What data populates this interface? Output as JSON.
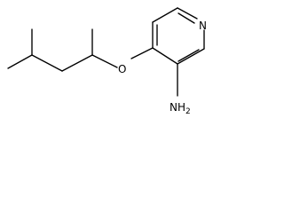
{
  "molecule": {
    "atom_labels": {
      "nitrogen": "N",
      "oxygen": "O",
      "amine": "NH2"
    }
  },
  "colors": {
    "bond": "#000000",
    "label": "#000000",
    "background": "#ffffff"
  }
}
